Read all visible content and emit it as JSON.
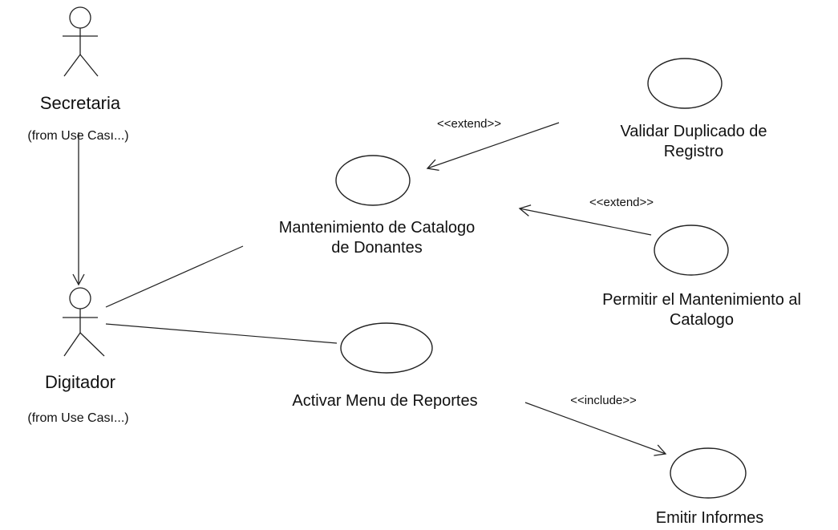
{
  "actors": {
    "secretaria": {
      "name": "Secretaria",
      "origin": "(from Use Cası...)"
    },
    "digitador": {
      "name": "Digitador",
      "origin": "(from Use Cası...)"
    }
  },
  "use_cases": {
    "mantenimiento": {
      "line1": "Mantenimiento de Catalogo",
      "line2": "de Donantes"
    },
    "validar": {
      "line1": "Validar Duplicado de",
      "line2": "Registro"
    },
    "permitir": {
      "line1": "Permitir el Mantenimiento al",
      "line2": "Catalogo"
    },
    "activar": {
      "line1": "Activar Menu de Reportes"
    },
    "emitir": {
      "line1": "Emitir Informes"
    }
  },
  "stereotypes": {
    "extend_validar": "<<extend>>",
    "extend_permitir": "<<extend>>",
    "include_emitir": "<<include>>"
  },
  "colors": {
    "line": "#222222",
    "text": "#111111",
    "background": "#ffffff"
  }
}
